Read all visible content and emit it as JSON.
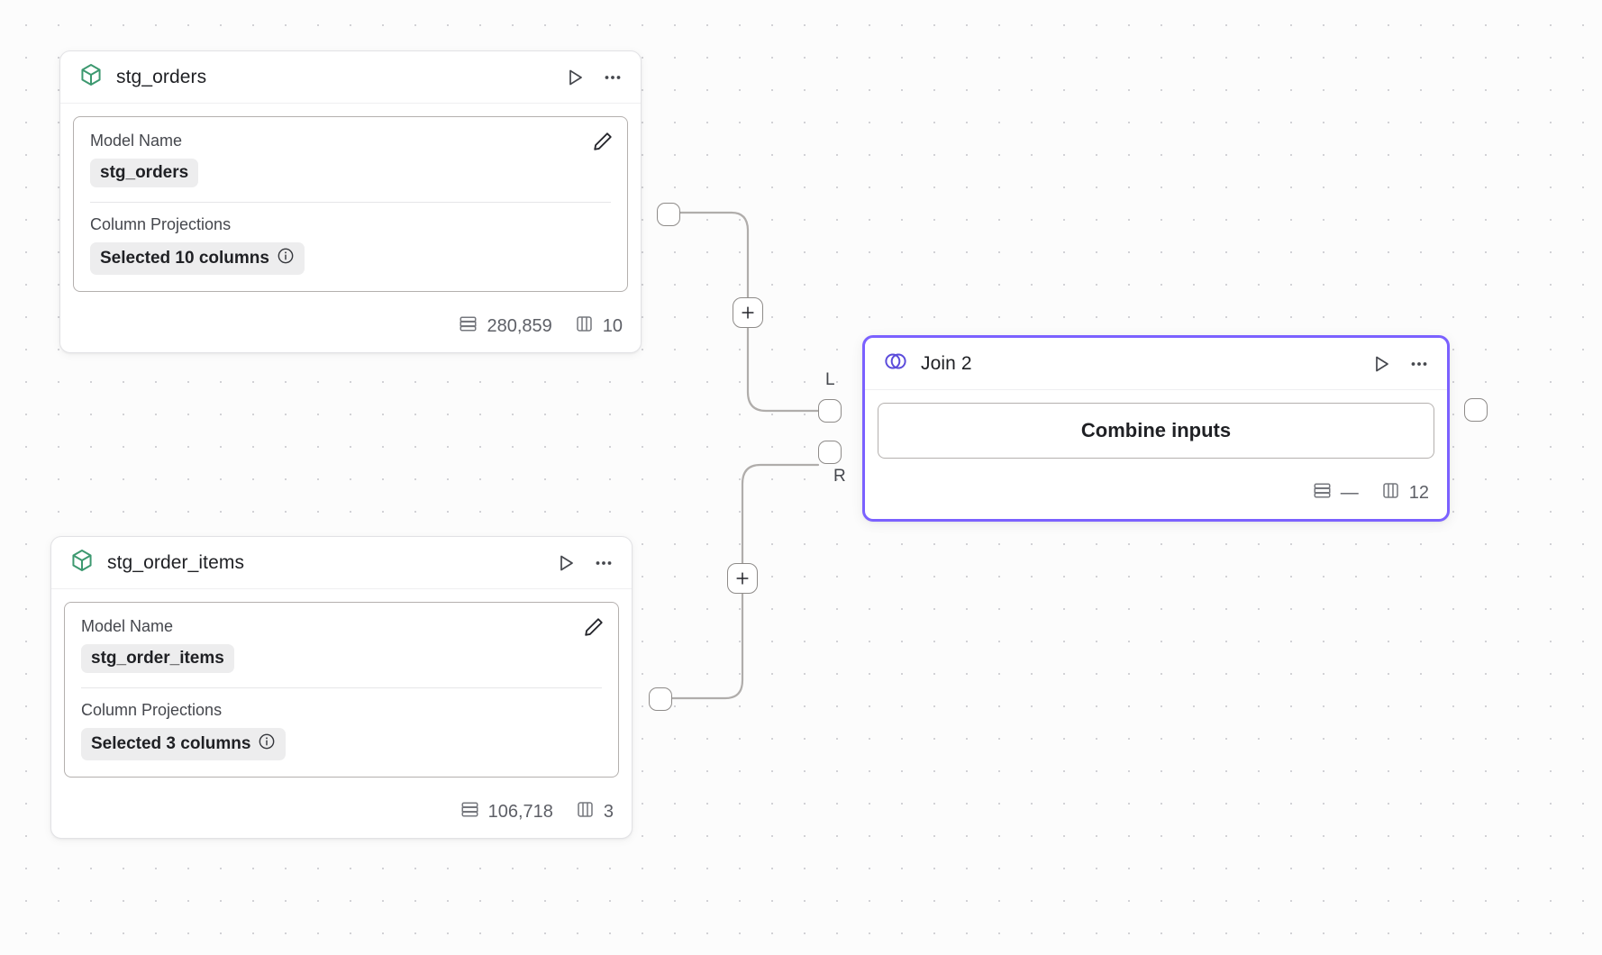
{
  "canvas": {
    "background_color": "#fcfcfc",
    "dot_color": "#d2d2d6"
  },
  "nodes": [
    {
      "id": "stg_orders",
      "type": "model",
      "icon": "cube-icon",
      "icon_color": "#3d9970",
      "title": "stg_orders",
      "selected": false,
      "fields": {
        "model_name_label": "Model Name",
        "model_name_value": "stg_orders",
        "column_projections_label": "Column Projections",
        "column_projections_value": "Selected 10 columns"
      },
      "footer": {
        "rows_label": "280,859",
        "columns_label": "10"
      },
      "actions": {
        "run_label": "Run",
        "more_label": "More options",
        "edit_label": "Edit"
      }
    },
    {
      "id": "stg_order_items",
      "type": "model",
      "icon": "cube-icon",
      "icon_color": "#3d9970",
      "title": "stg_order_items",
      "selected": false,
      "fields": {
        "model_name_label": "Model Name",
        "model_name_value": "stg_order_items",
        "column_projections_label": "Column Projections",
        "column_projections_value": "Selected 3 columns"
      },
      "footer": {
        "rows_label": "106,718",
        "columns_label": "3"
      },
      "actions": {
        "run_label": "Run",
        "more_label": "More options",
        "edit_label": "Edit"
      }
    },
    {
      "id": "join_2",
      "type": "join",
      "icon": "venn-icon",
      "icon_color": "#5b4bdb",
      "title": "Join 2",
      "selected": true,
      "selection_color": "#7b61ff",
      "button_label": "Combine inputs",
      "input_ports": [
        {
          "key": "L",
          "label": "L"
        },
        {
          "key": "R",
          "label": "R"
        }
      ],
      "footer": {
        "rows_label": "—",
        "columns_label": "12"
      },
      "actions": {
        "run_label": "Run",
        "more_label": "More options"
      }
    }
  ],
  "edges": [
    {
      "id": "edge-orders-to-left",
      "from": "stg_orders",
      "to": "join_2",
      "to_port": "L",
      "add_button_label": "+"
    },
    {
      "id": "edge-order-items-to-right",
      "from": "stg_order_items",
      "to": "join_2",
      "to_port": "R",
      "add_button_label": "+"
    }
  ]
}
